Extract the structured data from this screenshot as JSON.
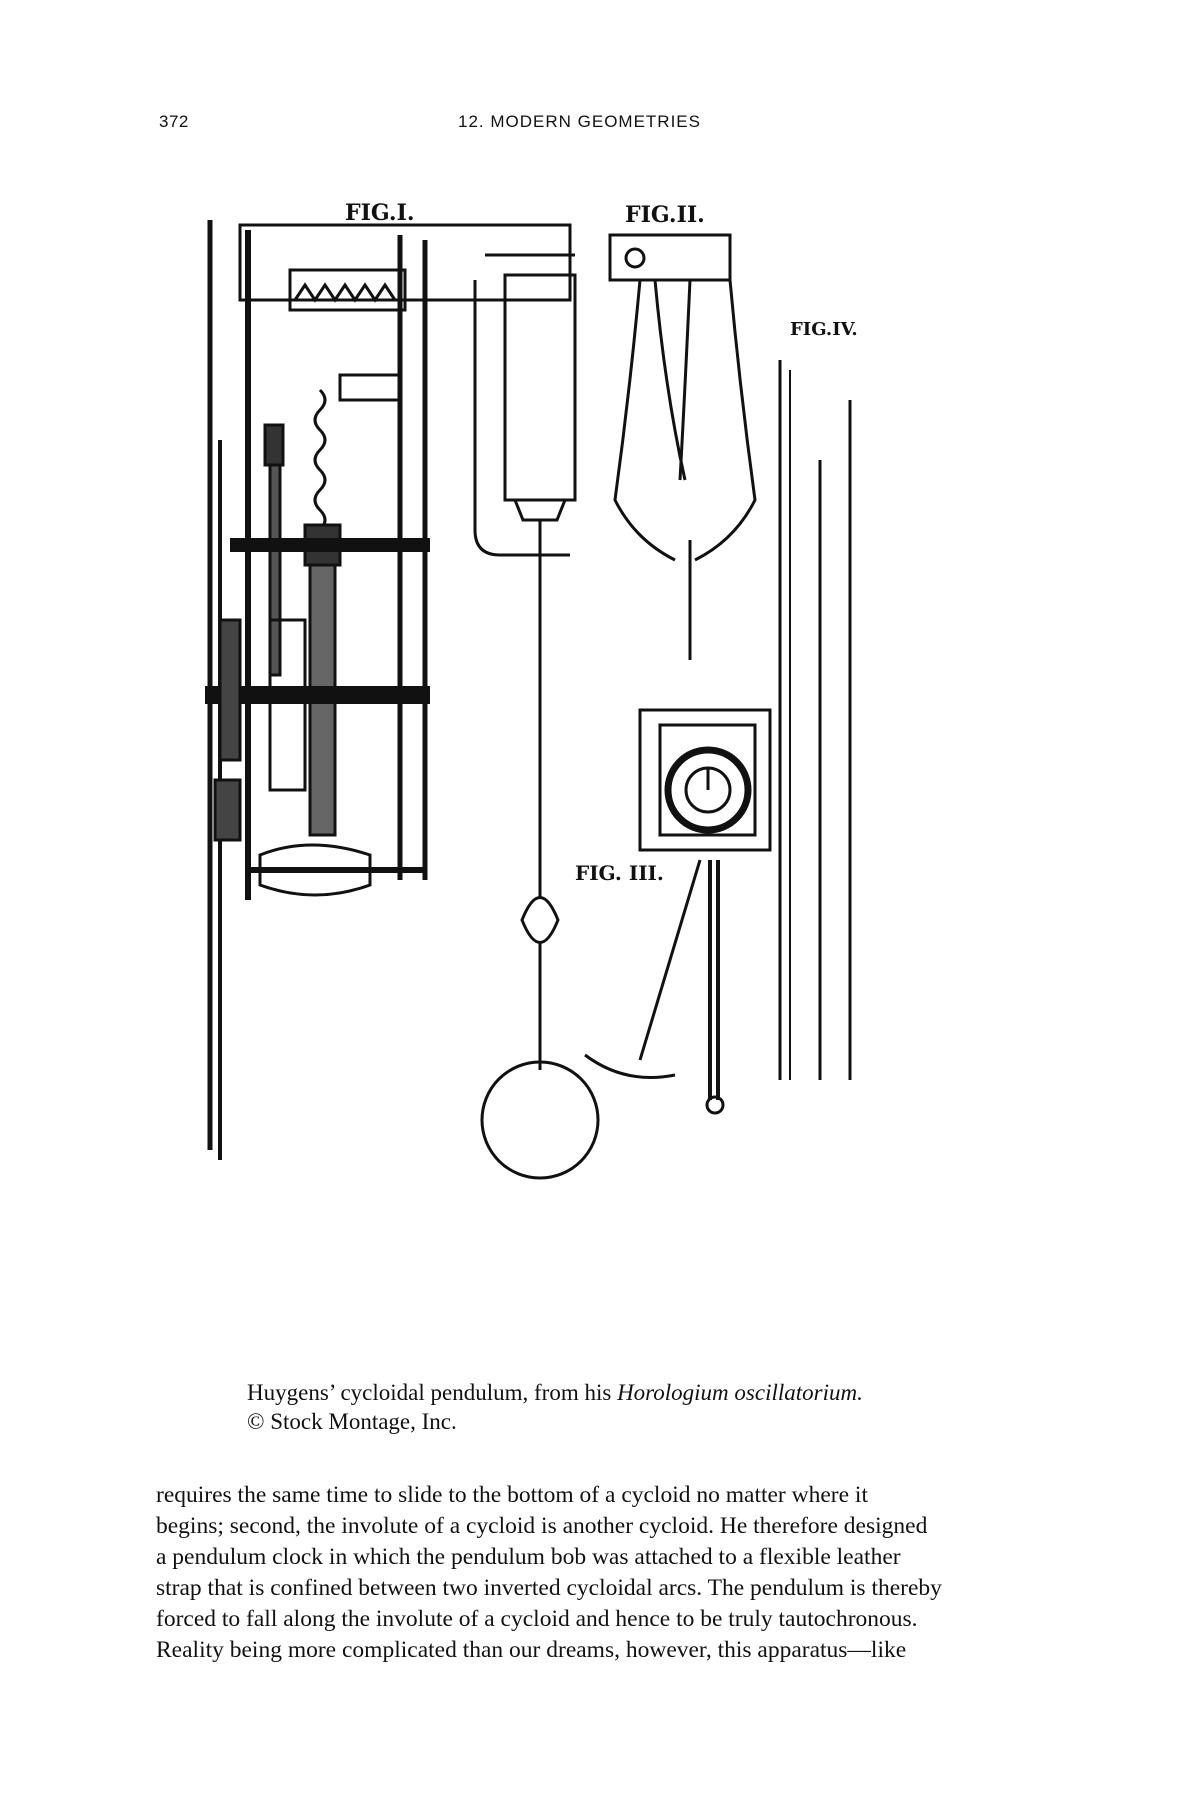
{
  "header": {
    "page_number": "372",
    "running_head": "12. MODERN GEOMETRIES"
  },
  "figure": {
    "labels": {
      "fig1": "FIG.I.",
      "fig2": "FIG.II.",
      "fig3": "FIG. III.",
      "fig4": "FIG.IV."
    }
  },
  "caption": {
    "line1_prefix": "Huygens’ cycloidal pendulum, from his ",
    "line1_title": "Horologium oscillatorium.",
    "line2": "© Stock Montage, Inc."
  },
  "body": {
    "lines": [
      "requires the same time to slide to the bottom of a cycloid no matter where it",
      "begins; second, the involute of a cycloid is another cycloid. He therefore designed",
      "a pendulum clock in which the pendulum bob was attached to a flexible leather",
      "strap that is confined between two inverted cycloidal arcs. The pendulum is thereby",
      "forced to fall along the involute of a cycloid and hence to be truly tautochronous.",
      "Reality being more complicated than our dreams, however, this apparatus—like"
    ]
  }
}
